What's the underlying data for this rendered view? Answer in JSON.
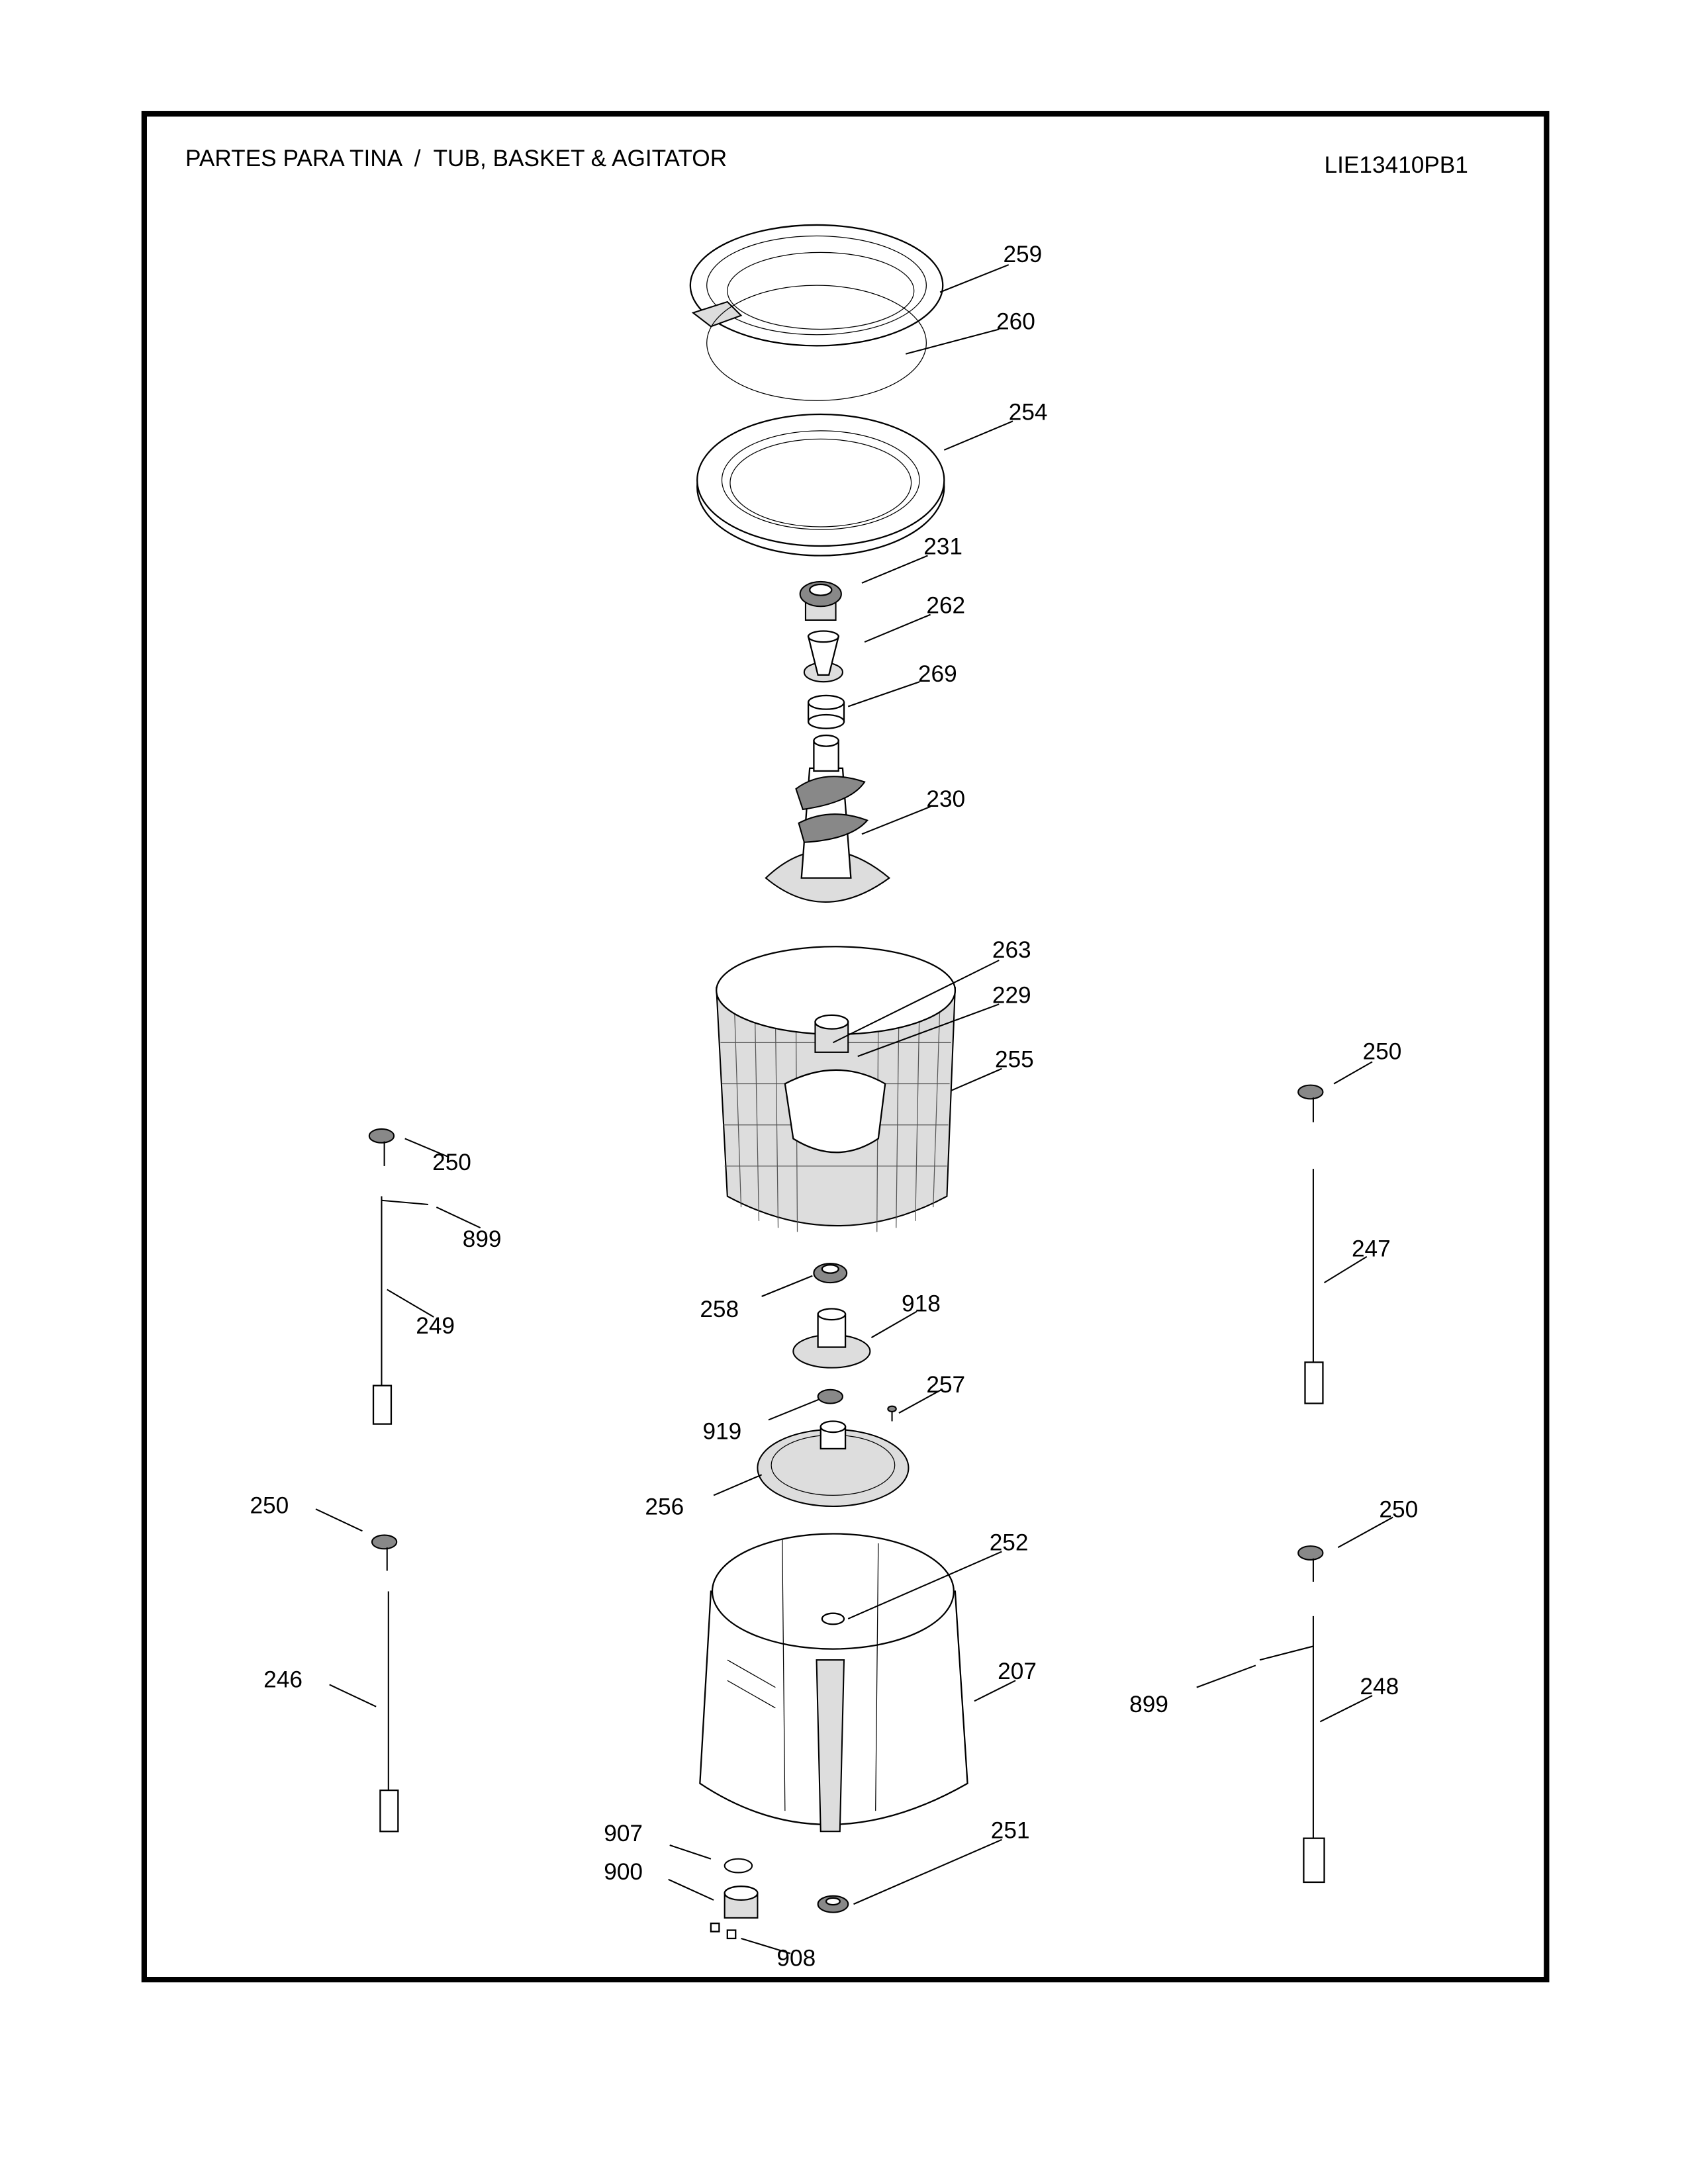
{
  "header": {
    "title": "PARTES PARA TINA  /  TUB, BASKET & AGITATOR",
    "model": "LIE13410PB1"
  },
  "callouts": [
    "259",
    "260",
    "254",
    "231",
    "262",
    "269",
    "230",
    "263",
    "229",
    "255",
    "250",
    "250",
    "899",
    "249",
    "247",
    "258",
    "918",
    "257",
    "919",
    "256",
    "250",
    "250",
    "252",
    "246",
    "207",
    "899",
    "248",
    "907",
    "900",
    "251",
    "908"
  ]
}
